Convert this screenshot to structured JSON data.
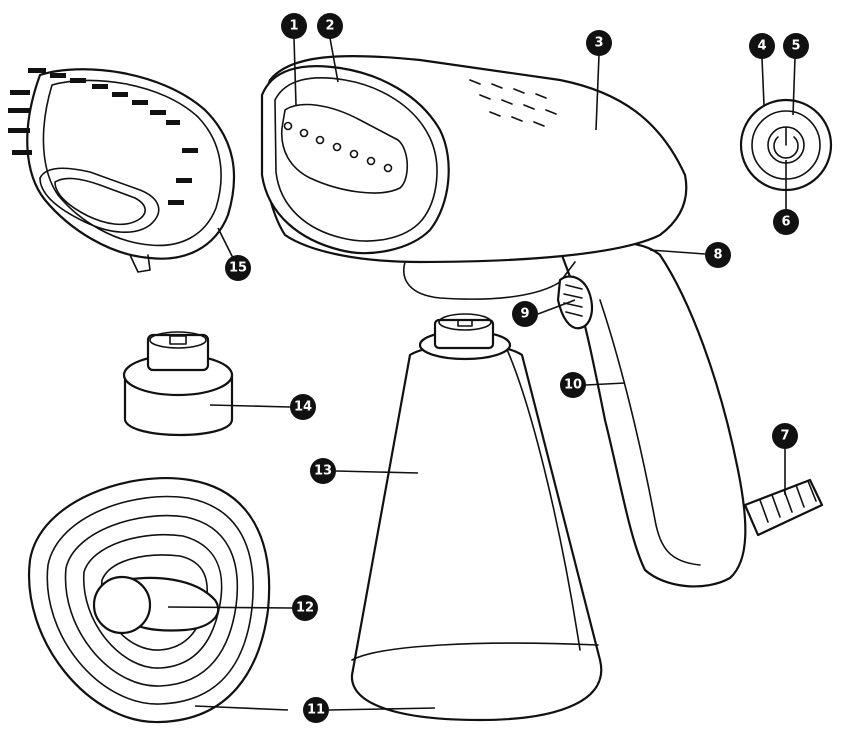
{
  "callouts": [
    {
      "id": "1",
      "label": "1"
    },
    {
      "id": "2",
      "label": "2"
    },
    {
      "id": "3",
      "label": "3"
    },
    {
      "id": "4",
      "label": "4"
    },
    {
      "id": "5",
      "label": "5"
    },
    {
      "id": "6",
      "label": "6"
    },
    {
      "id": "7",
      "label": "7"
    },
    {
      "id": "8",
      "label": "8"
    },
    {
      "id": "9",
      "label": "9"
    },
    {
      "id": "10",
      "label": "10"
    },
    {
      "id": "11",
      "label": "11"
    },
    {
      "id": "12",
      "label": "12"
    },
    {
      "id": "13",
      "label": "13"
    },
    {
      "id": "14",
      "label": "14"
    },
    {
      "id": "15",
      "label": "15"
    }
  ],
  "colors": {
    "line": "#111111",
    "background": "#ffffff"
  }
}
